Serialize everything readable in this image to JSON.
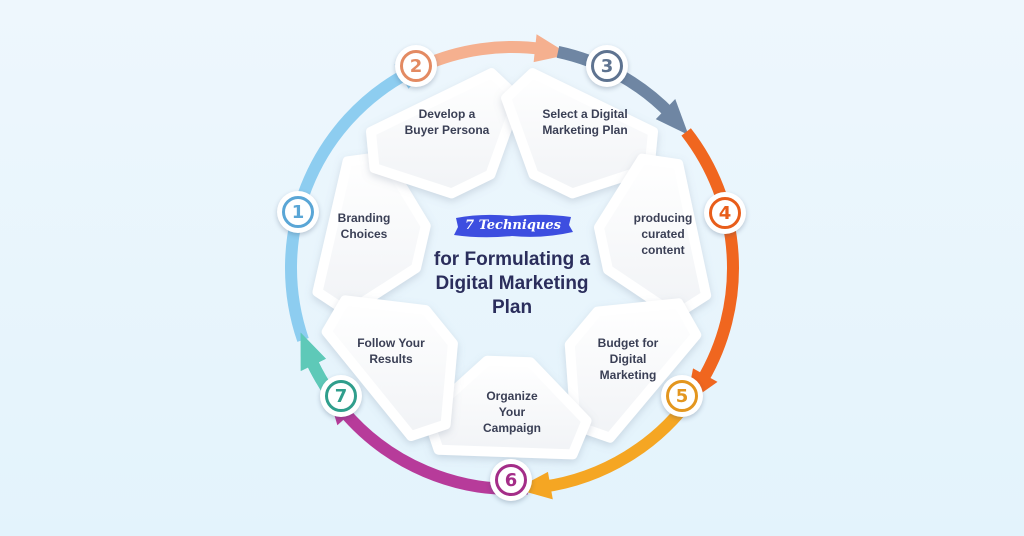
{
  "center": {
    "badge": "7 Techniques",
    "title": "for Formulating a\nDigital Marketing\nPlan"
  },
  "steps": [
    {
      "number": "1",
      "label": "Branding\nChoices",
      "color": "#5aa6d6"
    },
    {
      "number": "2",
      "label": "Develop a\nBuyer Persona",
      "color": "#e38a62"
    },
    {
      "number": "3",
      "label": "Select a Digital\nMarketing Plan",
      "color": "#5e7390"
    },
    {
      "number": "4",
      "label": "producing\ncurated\ncontent",
      "color": "#e85d1a"
    },
    {
      "number": "5",
      "label": "Budget for\nDigital\nMarketing",
      "color": "#e3961e"
    },
    {
      "number": "6",
      "label": "Organize\nYour\nCampaign",
      "color": "#a42d88"
    },
    {
      "number": "7",
      "label": "Follow Your\nResults",
      "color": "#2f9e8c"
    }
  ],
  "colors": {
    "arc1": "#8dcdf0",
    "arc2": "#f5b08f",
    "arc3": "#6f86a3",
    "arc4": "#f0661f",
    "arc5": "#f5a623",
    "arc6": "#b73b9a",
    "arc7": "#5ec9b8",
    "badge": "#3d4ee0"
  }
}
